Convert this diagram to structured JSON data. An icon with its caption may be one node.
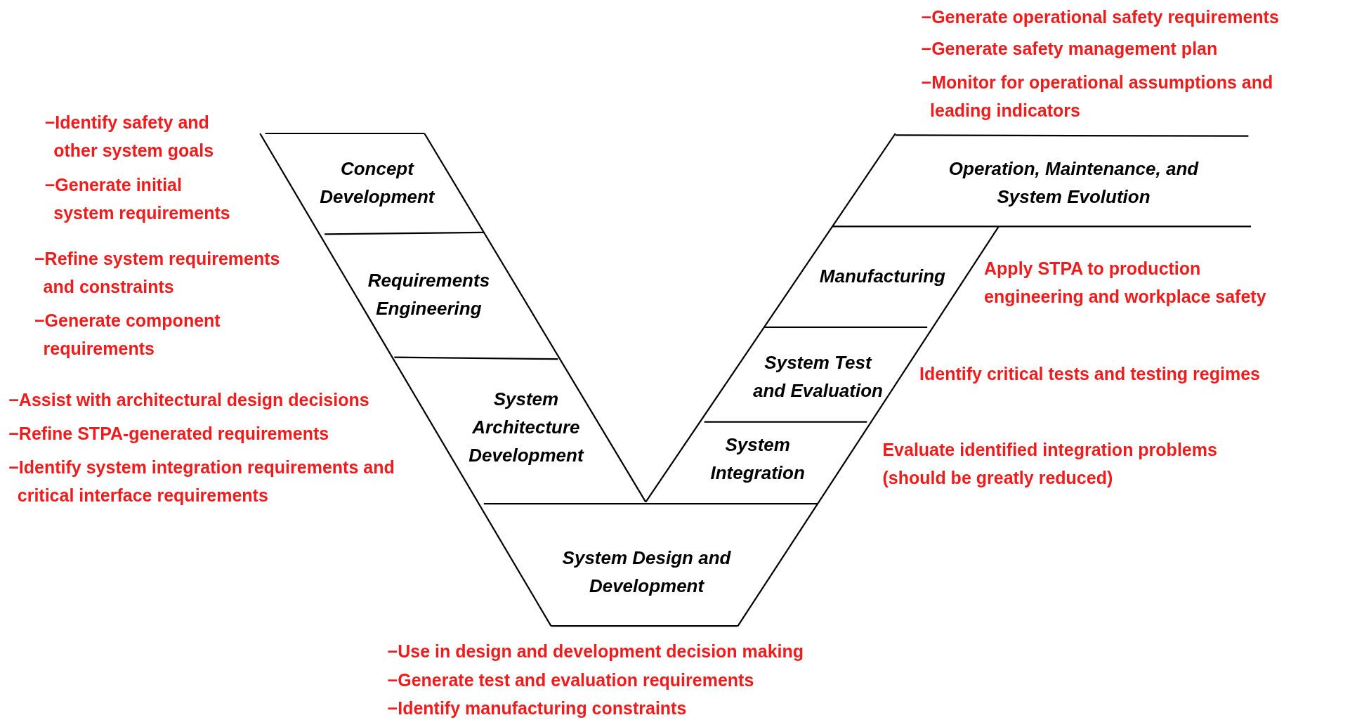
{
  "diagram": {
    "nodes": [
      {
        "text": [
          "Concept Development"
        ]
      },
      {
        "text": [
          "Requirements Engineering"
        ]
      },
      {
        "text": [
          "System Architecture Development"
        ]
      },
      {
        "text": [
          "System Design and Development"
        ]
      },
      {
        "text": [
          "System Integration"
        ]
      },
      {
        "text": [
          "System Test and Evaluation"
        ]
      },
      {
        "text": [
          "Manufacturing"
        ]
      },
      {
        "text": [
          "Operation, Maintenance, and System Evolution"
        ]
      }
    ],
    "edges": [],
    "labels": [
      "−Generate operational safety requirements",
      "−Generate safety management plan",
      "−Monitor for operational assumptions and leading indicators",
      "−Identify safety and other system goals",
      "−Generate initial system requirements",
      "−Refine system requirements and constraints",
      "−Generate component requirements",
      "Apply STPA to production engineering and workplace safety",
      "Identify critical tests and testing regimes",
      "−Assist with architectural design decisions",
      "−Refine STPA-generated requirements",
      "−Identify system integration requirements and critical interface requirements",
      "Evaluate identified integration problems (should be greatly reduced)",
      "−Use in design and development decision making",
      "−Generate test and evaluation requirements",
      "−Identify manufacturing constraints"
    ]
  }
}
